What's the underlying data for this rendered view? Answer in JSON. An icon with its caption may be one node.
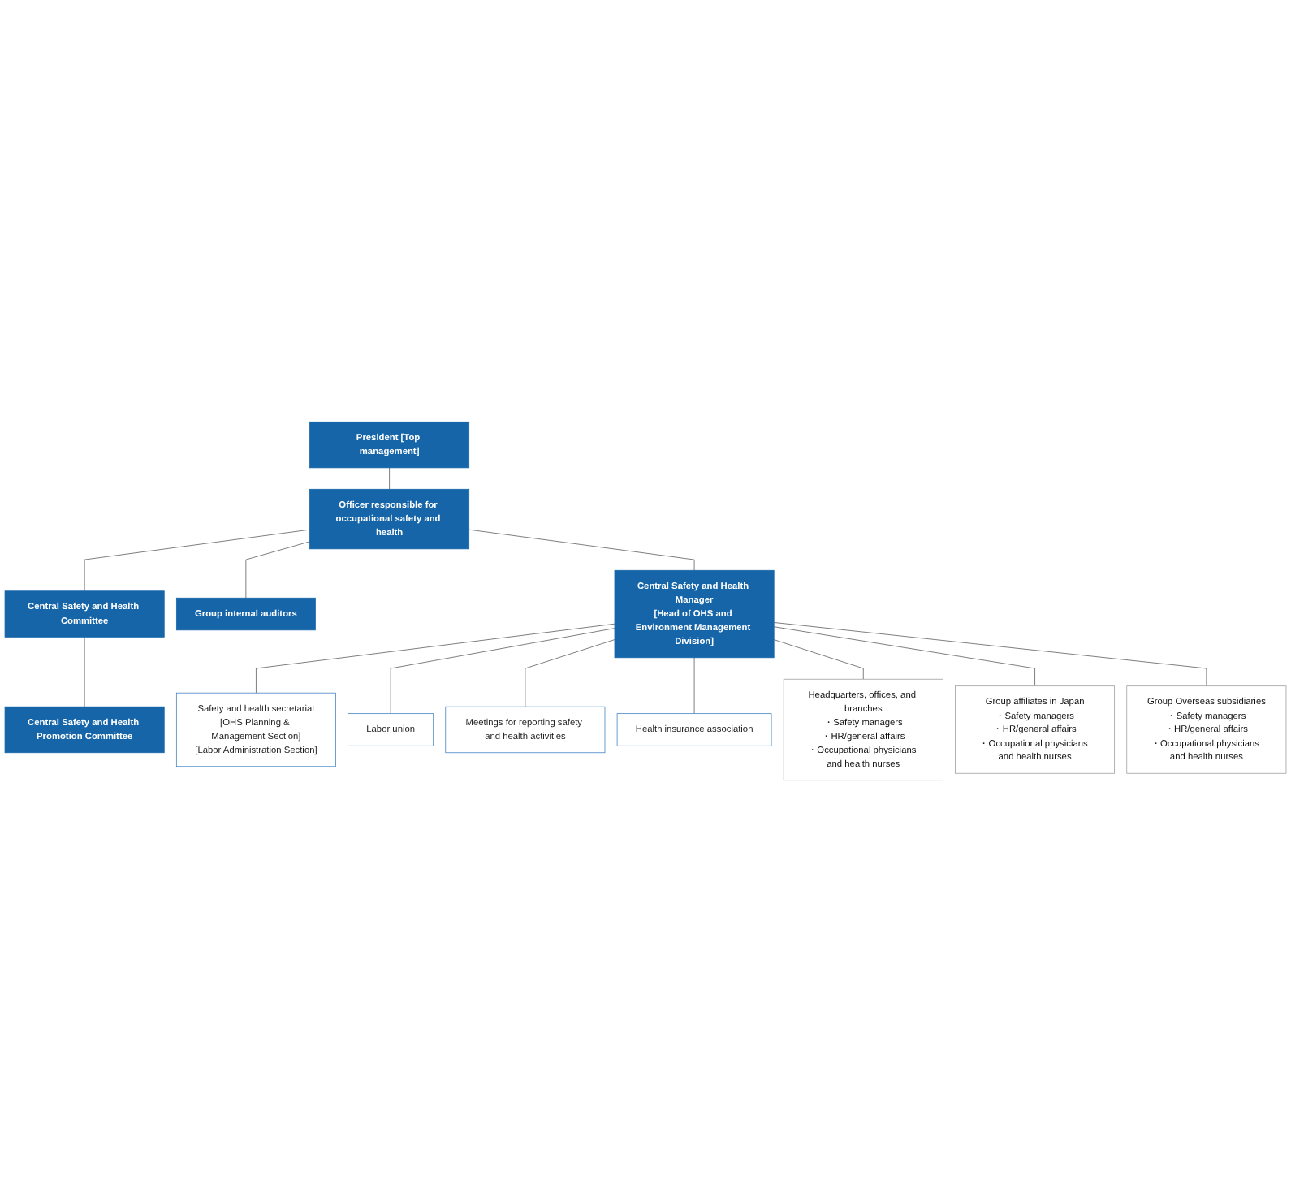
{
  "diagram": {
    "nodes": [
      {
        "text": [
          "President [Top management]"
        ]
      },
      {
        "text": [
          "Officer responsible for occupational safety and health"
        ]
      },
      {
        "text": [
          "Central Safety and Health Committee"
        ]
      },
      {
        "text": [
          "Central Safety and Health Promotion Committee"
        ]
      },
      {
        "text": [
          "Group internal auditors"
        ]
      },
      {
        "text": [
          "Central Safety and Health Manager",
          "[Head of OHS and Environment Management Division]"
        ]
      },
      {
        "text": [
          "Safety and health secretariat",
          "[OHS Planning & Management Section]",
          "[Labor Administration Section]"
        ]
      },
      {
        "text": [
          "Labor union"
        ]
      },
      {
        "text": [
          "Meetings for reporting safety and health activities"
        ]
      },
      {
        "text": [
          "Health insurance association"
        ]
      },
      {
        "text": [
          "Headquarters, offices, and branches",
          "・Safety managers",
          "・HR/general affairs",
          "・Occupational physicians and health nurses"
        ]
      },
      {
        "text": [
          "Group affiliates in Japan",
          "・Safety managers",
          "・HR/general affairs",
          "・Occupational physicians and health nurses"
        ]
      },
      {
        "text": [
          "Group Overseas subsidiaries",
          "・Safety managers",
          "・HR/general affairs",
          "・Occupational physicians and health nurses"
        ]
      }
    ],
    "edges": [
      {
        "from": 0,
        "to": 1,
        "arrow": "none"
      },
      {
        "from": 1,
        "to": 2,
        "arrow": "none"
      },
      {
        "from": 1,
        "to": 4,
        "arrow": "none"
      },
      {
        "from": 2,
        "to": 3,
        "arrow": "none"
      },
      {
        "from": 1,
        "to": 5,
        "arrow": "none"
      },
      {
        "from": 5,
        "to": 6,
        "arrow": "none"
      },
      {
        "from": 5,
        "to": 7,
        "arrow": "none"
      },
      {
        "from": 5,
        "to": 8,
        "arrow": "none"
      },
      {
        "from": 5,
        "to": 9,
        "arrow": "none"
      },
      {
        "from": 5,
        "to": 10,
        "arrow": "none"
      },
      {
        "from": 5,
        "to": 11,
        "arrow": "none"
      },
      {
        "from": 5,
        "to": 12,
        "arrow": "none"
      }
    ]
  }
}
